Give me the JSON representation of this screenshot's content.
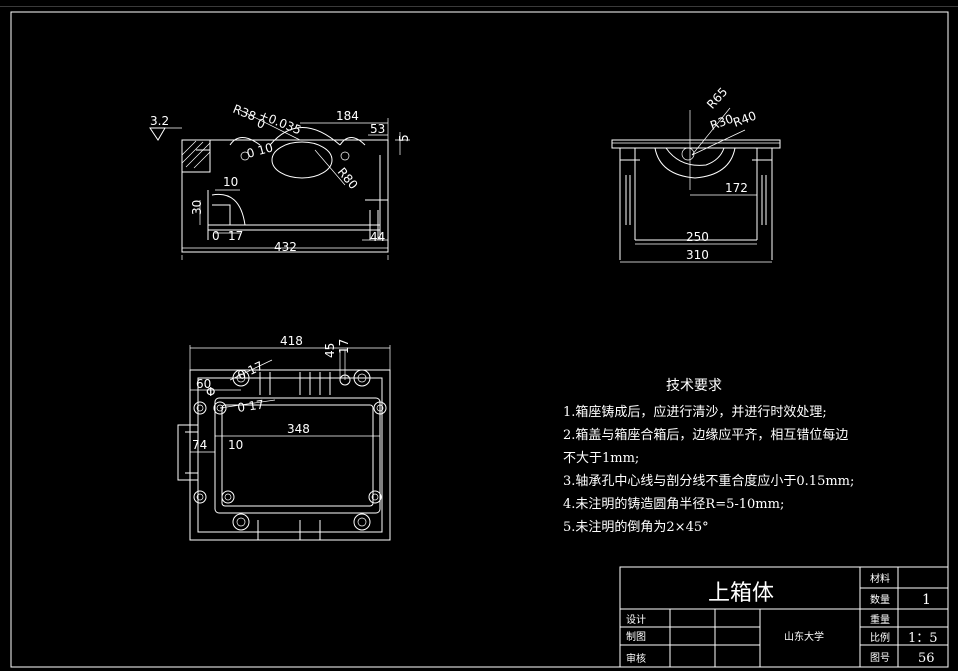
{
  "drawing": {
    "front_view": {
      "surface_finish": "3.2",
      "dims": {
        "top_length": "184",
        "right_top": "53",
        "right_small": "5",
        "radius_bore": "R38",
        "tolerance": "+0.035",
        "tolerance_low": "0",
        "radius_outer": "R80",
        "hole_small": "10",
        "height_left": "30",
        "bottom_small_a": "0",
        "bottom_small_b": "17",
        "overall_length": "432",
        "right_bottom": "44",
        "small_hole_a": "0 10"
      }
    },
    "side_view": {
      "dims": {
        "r_a": "R65",
        "r_b": "R30",
        "r_c": "R40",
        "inner": "172",
        "mid": "250",
        "overall": "310"
      }
    },
    "top_view": {
      "dims": {
        "overall": "418",
        "inner": "348",
        "left_a": "60",
        "left_b": "74",
        "left_c": "10",
        "right_a": "45",
        "right_b": "17",
        "hole_a": "0 17",
        "hole_b": "0 17",
        "hole_c": "Φ"
      }
    },
    "tech_requirements": {
      "title": "技术要求",
      "lines": [
        "1.箱座铸成后，应进行清沙，并进行时效处理;",
        "2.箱盖与箱座合箱后，边缘应平齐，相互错位每边",
        "不大于1mm;",
        "3.轴承孔中心线与剖分线不重合度应小于0.15mm;",
        "4.未注明的铸造圆角半径R=5-10mm;",
        "5.未注明的倒角为2×45°"
      ]
    },
    "title_block": {
      "part_name": "上箱体",
      "school": "山东大学",
      "labels": {
        "design": "设计",
        "draw": "制图",
        "review": "审核",
        "material": "材料",
        "quantity": "数量",
        "weight": "重量",
        "scale": "比例",
        "drawing_no": "图号"
      },
      "values": {
        "material": "",
        "quantity": "1",
        "weight": "",
        "scale": "1：5",
        "drawing_no": "56"
      }
    }
  }
}
